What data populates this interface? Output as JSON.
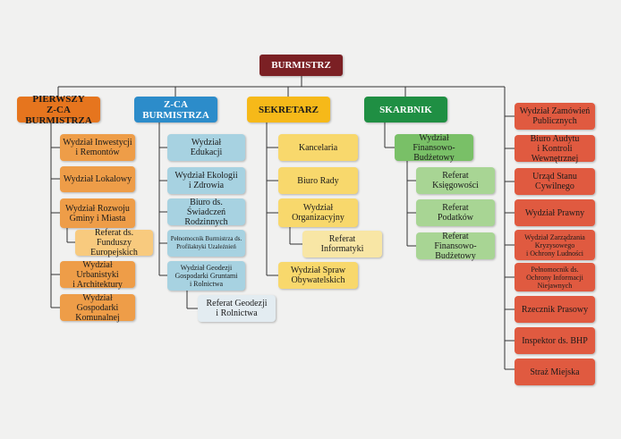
{
  "colors": {
    "root": "#7b2024",
    "orange_header": "#e6751e",
    "orange_item": "#ee9d48",
    "orange_sub": "#f8ca7e",
    "blue_header": "#2c8cca",
    "blue_item": "#a7d2e1",
    "blue_sub": "#e3ecf1",
    "yellow_header": "#f6b919",
    "yellow_item": "#f8d86c",
    "yellow_sub": "#f8e6a5",
    "green_header": "#1f8f43",
    "green_item": "#79c067",
    "green_sub": "#a8d594",
    "red_item": "#e05a40",
    "line": "#333333"
  },
  "root": {
    "label": "BURMISTRZ"
  },
  "columns": {
    "pierwszy": {
      "header": "PIERWSZY\nZ-CA BURMISTRZA",
      "items": [
        "Wydział Inwestycji\ni Remontów",
        "Wydział Lokalowy",
        "Wydział Rozwoju\nGminy i Miasta",
        "Wydział Urbanistyki\ni Architektury",
        "Wydział Gospodarki\nKomunalnej"
      ],
      "sub": "Referat ds. Funduszy\nEuropejskich"
    },
    "zca": {
      "header": "Z-CA BURMISTRZA",
      "items": [
        "Wydział\nEdukacji",
        "Wydział Ekologii\ni Zdrowia",
        "Biuro ds. Świadczeń\nRodzinnych",
        "Pełnomocnik Burmistrza ds.\nProfilaktyki Uzależnień",
        "Wydział Geodezji\nGospodarki Gruntami\ni Rolnictwa"
      ],
      "sub": "Referat Geodezji\ni Rolnictwa"
    },
    "sekretarz": {
      "header": "SEKRETARZ",
      "items": [
        "Kancelaria",
        "Biuro Rady",
        "Wydział\nOrganizacyjny",
        "Wydział Spraw\nObywatelskich"
      ],
      "sub": "Referat\nInformatyki"
    },
    "skarbnik": {
      "header": "SKARBNIK",
      "item": "Wydział\nFinansowo-Budżetowy",
      "subs": [
        "Referat\nKsięgowości",
        "Referat\nPodatków",
        "Referat\nFinansowo-Budżetowy"
      ]
    },
    "right": {
      "items": [
        "Wydział Zamówień\nPublicznych",
        "Biuro Audytu\ni Kontroli Wewnętrznej",
        "Urząd Stanu\nCywilnego",
        "Wydział Prawny",
        "Wydział Zarządzania\nKryzysowego\ni Ochrony Ludności",
        "Pełnomocnik ds.\nOchrony Informacji\nNiejawnych",
        "Rzecznik Prasowy",
        "Inspektor ds. BHP",
        "Straż Miejska"
      ]
    }
  }
}
